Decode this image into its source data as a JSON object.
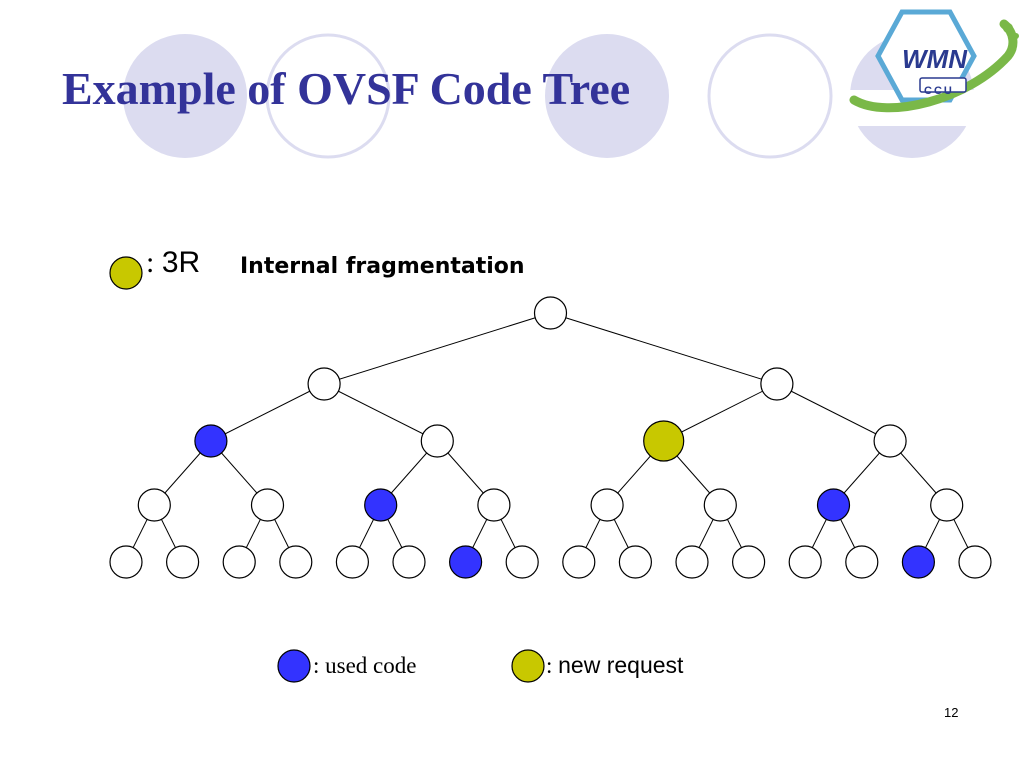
{
  "slide": {
    "title": "Example of OVSF Code Tree",
    "header_note": {
      "symbol": "3R",
      "emphasis": "Internal fragmentation"
    },
    "legend": {
      "used_code": ": used code",
      "new_request": "new request"
    },
    "page_number": "12",
    "logo": {
      "name": "WMN",
      "subtitle": "CCU"
    }
  },
  "colors": {
    "title": "#333399",
    "used": "#3333ff",
    "new_request": "#c8c800",
    "free": "#ffffff",
    "decor_circle": "#dcdcf0",
    "logo_green": "#7ab848",
    "logo_blue": "#2a3a8f"
  },
  "tree": {
    "levels": [
      [
        "free"
      ],
      [
        "free",
        "free"
      ],
      [
        "used",
        "free",
        "new",
        "free"
      ],
      [
        "free",
        "free",
        "used",
        "free",
        "free",
        "free",
        "used",
        "free"
      ],
      [
        "free",
        "free",
        "free",
        "free",
        "free",
        "free",
        "used",
        "free",
        "free",
        "free",
        "free",
        "free",
        "free",
        "free",
        "used",
        "free"
      ]
    ]
  }
}
